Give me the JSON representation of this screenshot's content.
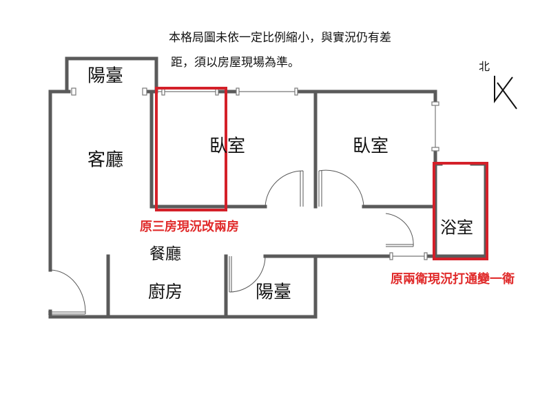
{
  "notice": {
    "line1": "本格局圖未依一定比例縮小，與實況仍有差",
    "line2": "距，須以房屋現場為準。"
  },
  "compass": {
    "label": "北"
  },
  "rooms": {
    "balcony_top": "陽臺",
    "living_room": "客廳",
    "bedroom_1": "臥室",
    "bedroom_2": "臥室",
    "bathroom": "浴室",
    "dining_room": "餐廳",
    "kitchen": "廚房",
    "balcony_bottom": "陽臺"
  },
  "annotations": {
    "bedrooms_note": "原三房現況改兩房",
    "bathroom_note": "原兩衛現況打通變一衛"
  },
  "colors": {
    "wall": "#5a5a5a",
    "highlight": "#d42029",
    "annotation": "#e02a2a"
  }
}
